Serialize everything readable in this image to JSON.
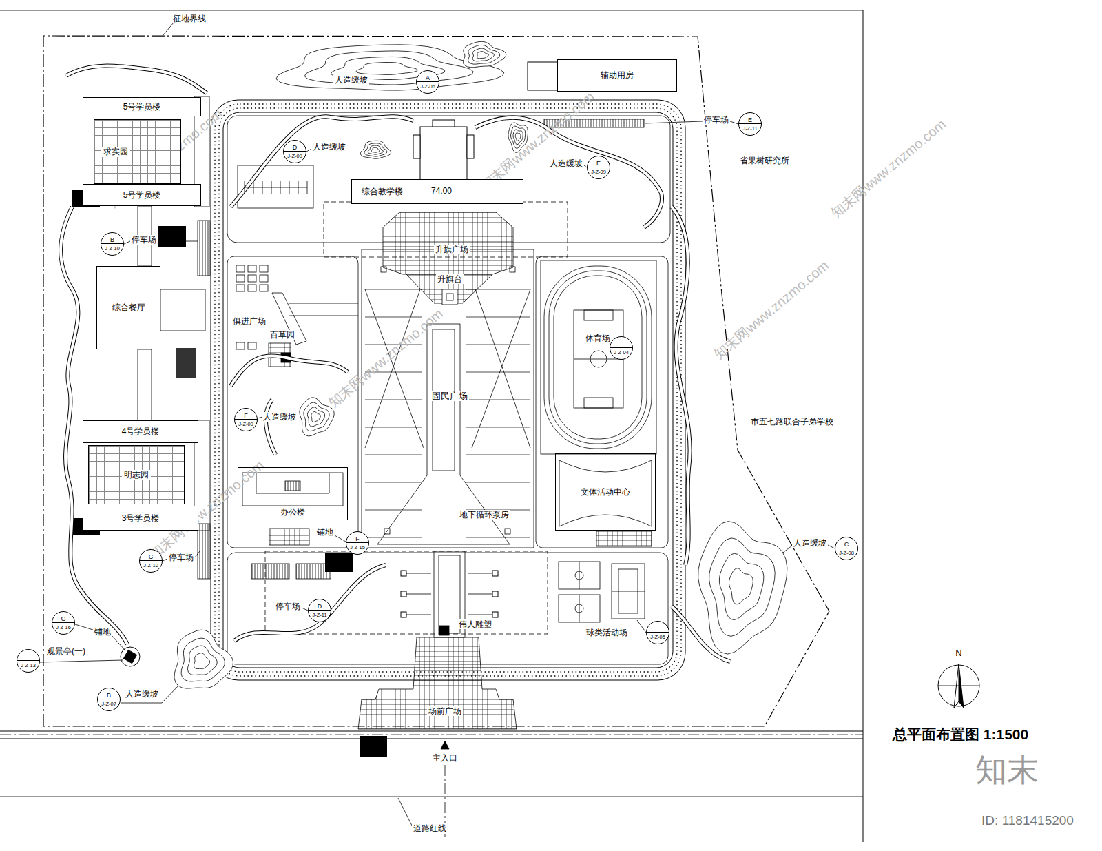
{
  "diagram": {
    "title": "总平面布置图 1:1500",
    "nodes": [
      {
        "text": [
          "辅助用房"
        ]
      },
      {
        "text": [
          "A",
          "J-Z-06"
        ]
      },
      {
        "text": [
          "5号学员楼"
        ]
      },
      {
        "text": [
          "求实园"
        ]
      },
      {
        "text": [
          "D",
          "J-Z-09"
        ]
      },
      {
        "text": [
          "E",
          "J-Z-09"
        ]
      },
      {
        "text": [
          "E",
          "J-Z-11"
        ]
      },
      {
        "text": [
          "综合教学楼"
        ]
      },
      {
        "text": [
          "5号学员楼"
        ]
      },
      {
        "text": [
          "B",
          "J-Z-10"
        ]
      },
      {
        "text": [
          "综合餐厅"
        ]
      },
      {
        "text": [
          "F",
          "J-Z-09"
        ]
      },
      {
        "text": [
          "体育场"
        ]
      },
      {
        "text": [
          "J-Z-04"
        ],
        "in": 12
      },
      {
        "text": [
          "4号学员楼"
        ]
      },
      {
        "text": [
          "明志园"
        ]
      },
      {
        "text": [
          "文体活动中心"
        ]
      },
      {
        "text": [
          "3号学员楼"
        ]
      },
      {
        "text": [
          "办公楼"
        ]
      },
      {
        "text": [
          "F",
          "J-Z-15"
        ]
      },
      {
        "text": [
          "C",
          "J-Z-08"
        ]
      },
      {
        "text": [
          "C",
          "J-Z-10"
        ]
      },
      {
        "text": [
          "球类活动场"
        ]
      },
      {
        "text": [
          "D",
          "J-Z-11"
        ]
      },
      {
        "text": [
          "G",
          "J-Z-16"
        ]
      },
      {
        "text": [
          "J-Z-05"
        ]
      },
      {
        "text": [
          "J-Z-13"
        ]
      },
      {
        "text": [
          "B",
          "J-Z-07"
        ]
      }
    ],
    "labels": [
      "征地界线",
      "人造缓坡",
      "停车场",
      "省果树研究所",
      "人造缓坡",
      "人造缓坡",
      "74.00",
      "升旗广场",
      "升旗台",
      "停车场",
      "俱进广场",
      "百草园",
      "固民广场",
      "人造缓坡",
      "市五七路联合子弟学校",
      "铺地",
      "地下循环泵房",
      "停车场",
      "人造缓坡",
      "停车场",
      "伟人雕塑",
      "铺地",
      "观景亭(一)",
      "人造缓坡",
      "场前广场",
      "主入口",
      "道路红线",
      "N",
      "知末",
      "ID: 1181415200",
      "知末网www.znzmo.com",
      "知末网www.znzmo.com",
      "知末网www.znzmo.com",
      "知末网www.znzmo.com",
      "知末网www.znzmo.com",
      "知末网www.znzmo.com"
    ]
  }
}
